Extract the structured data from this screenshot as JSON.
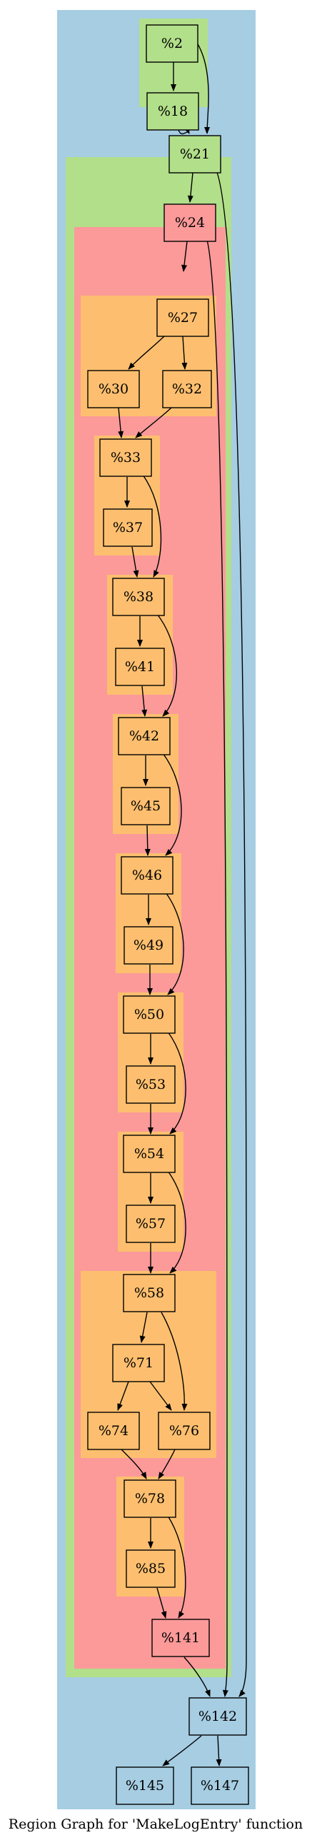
{
  "caption": "Region Graph for 'MakeLogEntry' function",
  "colors": {
    "outer_region": "#a6cde2",
    "green_region": "#b2df8a",
    "red_region": "#fb9a99",
    "orange_region": "#fdbf6f",
    "edge": "#000000",
    "node_border": "#000000"
  },
  "nodes": {
    "n2": "%2",
    "n18": "%18",
    "n21": "%21",
    "n24": "%24",
    "n27": "%27",
    "n30": "%30",
    "n32": "%32",
    "n33": "%33",
    "n37": "%37",
    "n38": "%38",
    "n41": "%41",
    "n42": "%42",
    "n45": "%45",
    "n46": "%46",
    "n49": "%49",
    "n50": "%50",
    "n53": "%53",
    "n54": "%54",
    "n57": "%57",
    "n58": "%58",
    "n71": "%71",
    "n74": "%74",
    "n76": "%76",
    "n78": "%78",
    "n85": "%85",
    "n141": "%141",
    "n142": "%142",
    "n145": "%145",
    "n147": "%147"
  },
  "edges": [
    [
      "%2",
      "%18"
    ],
    [
      "%2",
      "%21"
    ],
    [
      "%18",
      "%21"
    ],
    [
      "%21",
      "%24"
    ],
    [
      "%21",
      "%142"
    ],
    [
      "%24",
      "%27"
    ],
    [
      "%24",
      "%142"
    ],
    [
      "%27",
      "%30"
    ],
    [
      "%27",
      "%32"
    ],
    [
      "%30",
      "%33"
    ],
    [
      "%32",
      "%33"
    ],
    [
      "%33",
      "%37"
    ],
    [
      "%33",
      "%38"
    ],
    [
      "%37",
      "%38"
    ],
    [
      "%38",
      "%41"
    ],
    [
      "%38",
      "%42"
    ],
    [
      "%41",
      "%42"
    ],
    [
      "%42",
      "%45"
    ],
    [
      "%42",
      "%46"
    ],
    [
      "%45",
      "%46"
    ],
    [
      "%46",
      "%49"
    ],
    [
      "%46",
      "%50"
    ],
    [
      "%49",
      "%50"
    ],
    [
      "%50",
      "%53"
    ],
    [
      "%50",
      "%54"
    ],
    [
      "%53",
      "%54"
    ],
    [
      "%54",
      "%57"
    ],
    [
      "%54",
      "%58"
    ],
    [
      "%57",
      "%58"
    ],
    [
      "%58",
      "%71"
    ],
    [
      "%58",
      "%76"
    ],
    [
      "%71",
      "%74"
    ],
    [
      "%71",
      "%76"
    ],
    [
      "%74",
      "%78"
    ],
    [
      "%76",
      "%78"
    ],
    [
      "%78",
      "%85"
    ],
    [
      "%78",
      "%141"
    ],
    [
      "%85",
      "%141"
    ],
    [
      "%141",
      "%142"
    ],
    [
      "%142",
      "%145"
    ],
    [
      "%142",
      "%147"
    ]
  ]
}
